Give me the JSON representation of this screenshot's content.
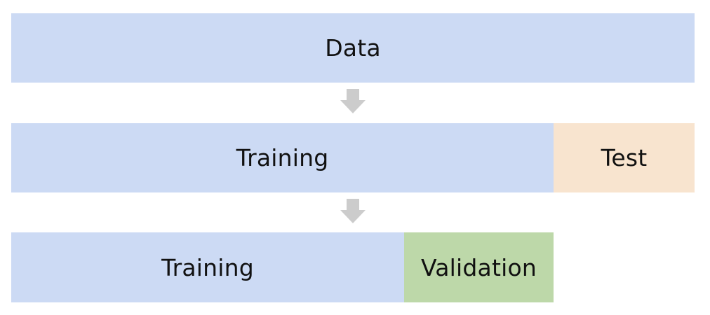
{
  "diagram": {
    "level1": {
      "data_label": "Data"
    },
    "level2": {
      "training_label": "Training",
      "test_label": "Test"
    },
    "level3": {
      "training_label": "Training",
      "validation_label": "Validation"
    },
    "colors": {
      "training": "#ccdaf4",
      "test": "#f8e4cf",
      "validation": "#bdd8a9",
      "arrow": "#cccccc"
    },
    "icons": {
      "arrow": "down-arrow-icon"
    }
  }
}
